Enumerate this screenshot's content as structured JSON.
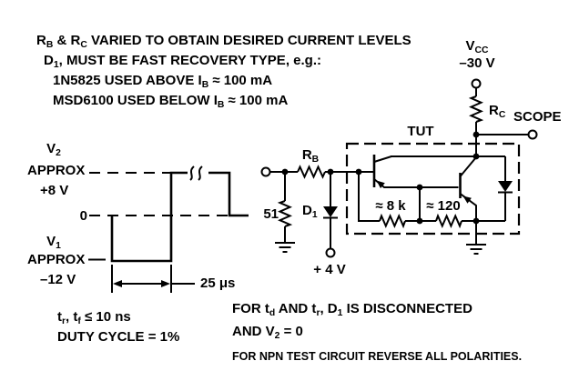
{
  "colors": {
    "ink": "#000000",
    "background": "#ffffff"
  },
  "notes_top": {
    "line1": "R~B~ & R~C~ VARIED TO OBTAIN DESIRED CURRENT LEVELS",
    "line2": "D~1~, MUST BE FAST RECOVERY TYPE, e.g.:",
    "line3": "1N5825 USED ABOVE I~B~ ≈ 100 mA",
    "line4": "MSD6100 USED BELOW I~B~ ≈ 100 mA"
  },
  "power": {
    "vcc_label": "V~CC~",
    "vcc_value": "–30 V"
  },
  "scope": {
    "label": "SCOPE"
  },
  "tut": {
    "label": "TUT",
    "r8k_value": "≈ 8 k",
    "r120_value": "≈ 120"
  },
  "components": {
    "rb_label": "R~B~",
    "rc_label": "R~C~",
    "r51_value": "51",
    "d1_label": "D~1~",
    "d1_bias": "+ 4 V"
  },
  "waveform": {
    "v2_name": "V~2~",
    "v2_approx": "APPROX",
    "v2_value": "+8 V",
    "zero_label": "0",
    "v1_name": "V~1~",
    "v1_approx": "APPROX",
    "v1_value": "–12 V",
    "pulse_width": "25 μs",
    "edge_spec": "t~r~, t~f~ ≤ 10 ns",
    "duty_spec": "DUTY CYCLE = 1%"
  },
  "notes_bottom": {
    "line1": "FOR t~d~ AND t~r~, D~1~ IS DISCONNECTED",
    "line2": "AND V~2~ = 0",
    "line3": "FOR NPN TEST CIRCUIT REVERSE ALL POLARITIES."
  }
}
